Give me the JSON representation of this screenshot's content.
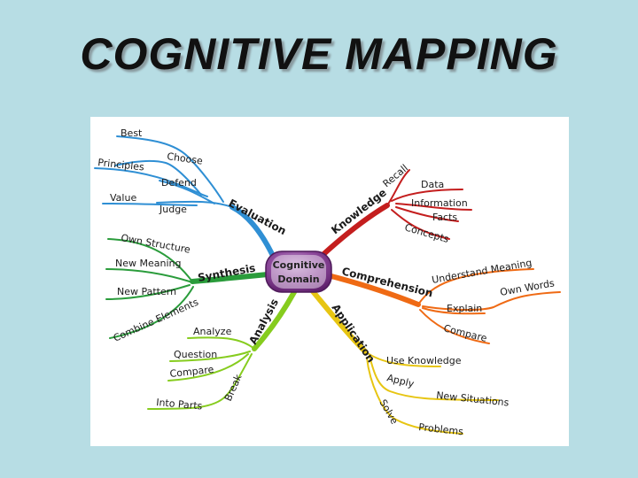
{
  "title": "COGNITIVE MAPPING",
  "center": {
    "line1": "Cognitive",
    "line2": "Domain"
  },
  "colors": {
    "background": "#b7dde4",
    "evaluation": "#2f8fd4",
    "knowledge": "#c41e1e",
    "comprehension": "#ef6a14",
    "application": "#e7c512",
    "analysis": "#86cc1e",
    "synthesis": "#2a9c3b",
    "center": "#7a2f86"
  },
  "branches": {
    "evaluation": {
      "label": "Evaluation",
      "items": [
        "Best",
        "Choose",
        "Principles",
        "Defend",
        "Value",
        "Judge"
      ]
    },
    "knowledge": {
      "label": "Knowledge",
      "items": [
        "Recall",
        "Data",
        "Information",
        "Facts",
        "Concepts"
      ]
    },
    "comprehension": {
      "label": "Comprehension",
      "items": [
        "Understand Meaning",
        "Own Words",
        "Explain",
        "Compare"
      ]
    },
    "application": {
      "label": "Application",
      "items": [
        "Use Knowledge",
        "Apply",
        "New Situations",
        "Solve",
        "Problems"
      ]
    },
    "analysis": {
      "label": "Analysis",
      "items": [
        "Analyze",
        "Question",
        "Compare",
        "Break",
        "Into Parts"
      ]
    },
    "synthesis": {
      "label": "Synthesis",
      "items": [
        "Own Structure",
        "New Meaning",
        "New Pattern",
        "Combine Elements"
      ]
    }
  }
}
